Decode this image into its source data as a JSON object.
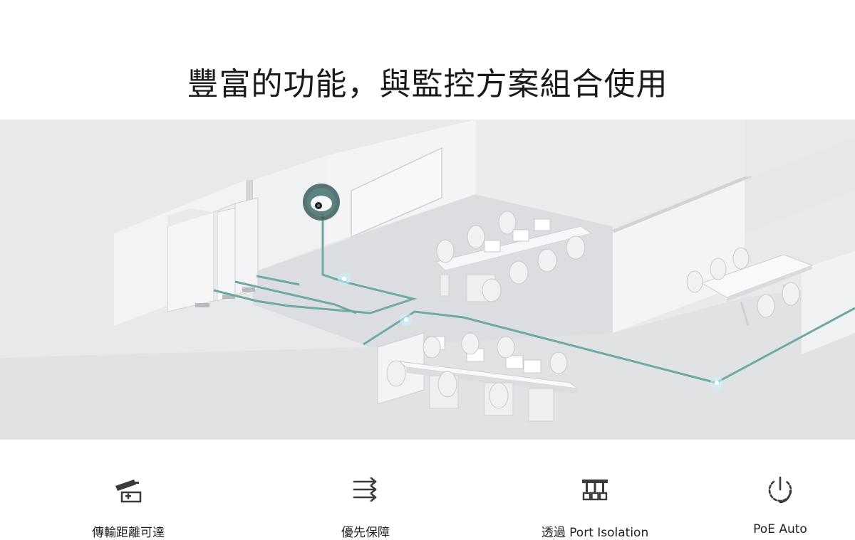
{
  "page": {
    "title": "豐富的功能，與監控方案組合使用"
  },
  "illustration": {
    "subject": "office-floor-camera-network",
    "colors": {
      "floor": "#e3e4e6",
      "wall": "#f1f2f3",
      "cable": "#6fa9a6",
      "glow": "#c8f4ff",
      "camera_ring": "#3c5e5c"
    }
  },
  "features": [
    {
      "icon": "camera-distance-icon",
      "label": "傳輸距離可達"
    },
    {
      "icon": "priority-arrows-icon",
      "label": "優先保障"
    },
    {
      "icon": "port-isolation-icon",
      "label": "透過 Port Isolation"
    },
    {
      "icon": "power-icon",
      "label": "PoE Auto"
    }
  ]
}
